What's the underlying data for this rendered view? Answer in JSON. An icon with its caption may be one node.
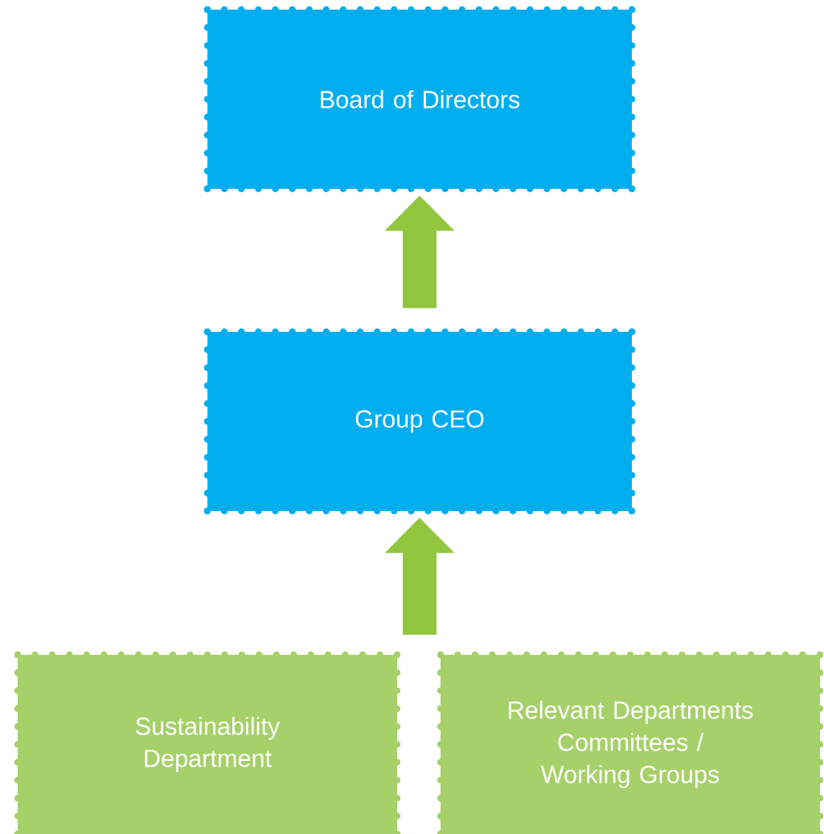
{
  "diagram": {
    "nodes": [
      {
        "text": [
          "Board of Directors"
        ]
      },
      {
        "text": [
          "Group CEO"
        ]
      },
      {
        "text": [
          "Sustainability Department"
        ]
      },
      {
        "text": [
          "Relevant Departments Committees / Working Groups"
        ]
      }
    ],
    "edges": [
      {
        "from": 1,
        "to": 0,
        "arrow": "to"
      },
      {
        "from": null,
        "to": 1,
        "arrow": "to"
      }
    ]
  }
}
